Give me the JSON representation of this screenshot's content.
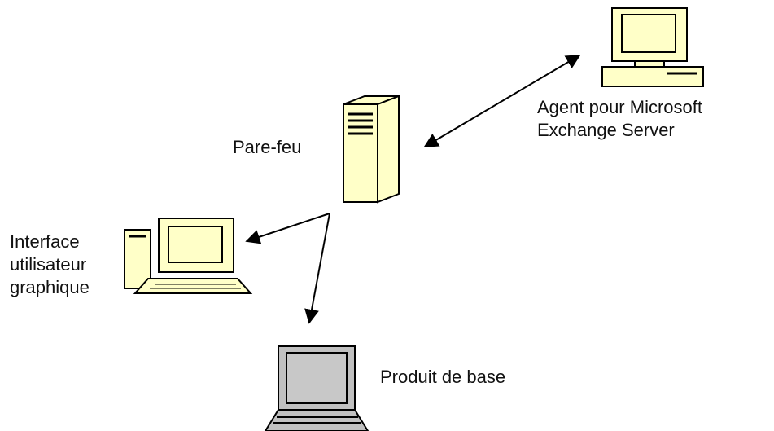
{
  "nodes": {
    "exchange_agent": {
      "lines": [
        "Agent pour Microsoft",
        "Exchange Server"
      ],
      "icon": "desktop-computer-icon"
    },
    "firewall": {
      "lines": [
        "Pare-feu"
      ],
      "icon": "server-tower-icon"
    },
    "gui": {
      "lines": [
        "Interface",
        "utilisateur",
        "graphique"
      ],
      "icon": "workstation-icon"
    },
    "base_product": {
      "lines": [
        "Produit de base"
      ],
      "icon": "laptop-icon"
    }
  },
  "connections": [
    {
      "from": "firewall",
      "to": "exchange_agent",
      "arrows": "both"
    },
    {
      "from": "firewall",
      "to": "gui",
      "arrows": "end"
    },
    {
      "from": "firewall",
      "to": "base_product",
      "arrows": "end"
    }
  ],
  "colors": {
    "device_fill": "#ffffc8",
    "outline": "#000000",
    "laptop_fill": "#c0c0c0",
    "screen_fill": "#c8c8c8"
  }
}
